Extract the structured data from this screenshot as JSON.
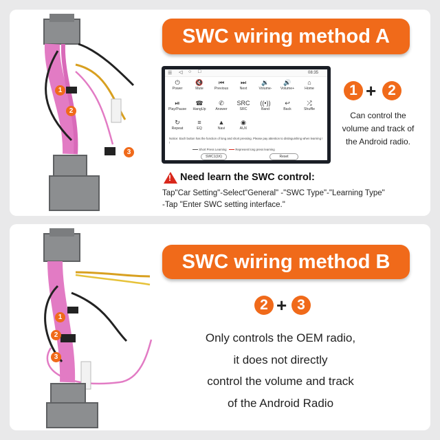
{
  "panel_a": {
    "title": "SWC wiring method A",
    "combo": {
      "first": "1",
      "plus": "+",
      "second": "2"
    },
    "description": [
      "Can control the",
      "volume and track of",
      "the Android radio."
    ],
    "learn_heading": "Need learn the SWC control:",
    "instructions": [
      "Tap\"Car Setting\"-Select\"General\" -\"SWC Type\"-\"Learning Type\"",
      "-Tap \"Enter SWC setting interface.\""
    ],
    "harness_labels": [
      "1",
      "2",
      "3"
    ],
    "screen": {
      "time": "08:35",
      "buttons": [
        {
          "label": "Power",
          "icon": "⏻"
        },
        {
          "label": "Mute",
          "icon": "🔇"
        },
        {
          "label": "Previous",
          "icon": "⏮"
        },
        {
          "label": "Next",
          "icon": "⏭"
        },
        {
          "label": "Volume-",
          "icon": "🔉"
        },
        {
          "label": "Volume+",
          "icon": "🔊"
        },
        {
          "label": "Home",
          "icon": "⌂"
        },
        {
          "label": "Play/Pause",
          "icon": "⏯"
        },
        {
          "label": "HangUp",
          "icon": "☎"
        },
        {
          "label": "Answer",
          "icon": "✆"
        },
        {
          "label": "SRC",
          "icon": "SRC"
        },
        {
          "label": "Band",
          "icon": "((•))"
        },
        {
          "label": "Back",
          "icon": "↩"
        },
        {
          "label": "Shuffle",
          "icon": "⤮"
        },
        {
          "label": "Repeat",
          "icon": "↻"
        },
        {
          "label": "EQ",
          "icon": "≡"
        },
        {
          "label": "Navi",
          "icon": "▲"
        },
        {
          "label": "AUX",
          "icon": "◉"
        }
      ],
      "notice": "Notice: Each button has the function of long and short pressing. Please pay attention to distinguishing when learning ! !",
      "legend_short": "Short Press Learning",
      "legend_long": "Represent long press learning",
      "swc_button": "SWC1(1K)",
      "reset_button": "Reset"
    }
  },
  "panel_b": {
    "title": "SWC wiring method B",
    "combo": {
      "first": "2",
      "plus": "+",
      "second": "3"
    },
    "description": [
      "Only controls the OEM radio,",
      "it does not directly",
      "control the volume and track",
      "of the Android Radio"
    ],
    "harness_labels": [
      "1",
      "2",
      "3"
    ]
  },
  "colors": {
    "accent": "#f06a1a",
    "warning": "#d9281c",
    "harness_pink": "#e27bc4",
    "connector_grey": "#8c8e90"
  }
}
